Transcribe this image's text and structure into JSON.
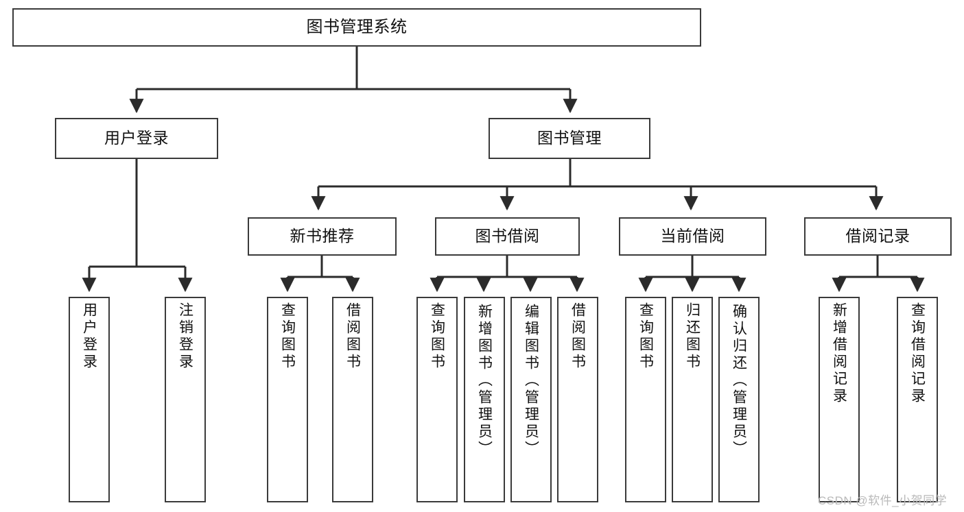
{
  "diagram": {
    "title": "图书管理系统",
    "type": "tree-structure-chart",
    "colors": {
      "box_border": "#3a3a3a",
      "box_fill": "#ffffff",
      "edge": "#2b2b2b",
      "text": "#111111",
      "watermark": "#b9b9b9",
      "background": "#ffffff"
    },
    "root": {
      "label": "图书管理系统"
    },
    "level2": [
      {
        "id": "user-login",
        "label": "用户登录"
      },
      {
        "id": "book-manage",
        "label": "图书管理"
      }
    ],
    "level3": [
      {
        "id": "new-book-recommend",
        "label": "新书推荐"
      },
      {
        "id": "book-borrow",
        "label": "图书借阅"
      },
      {
        "id": "current-borrow",
        "label": "当前借阅"
      },
      {
        "id": "borrow-record",
        "label": "借阅记录"
      }
    ],
    "leaves": {
      "user_login": [
        {
          "id": "leaf-user-login",
          "label": "用户登录"
        },
        {
          "id": "leaf-logout-login",
          "label": "注销登录"
        }
      ],
      "new_book_recommend": [
        {
          "id": "leaf-query-book-1",
          "label": "查询图书"
        },
        {
          "id": "leaf-borrow-book-1",
          "label": "借阅图书"
        }
      ],
      "book_borrow": [
        {
          "id": "leaf-query-book-2",
          "label": "查询图书"
        },
        {
          "id": "leaf-add-book",
          "label": "新增图书（管理员）"
        },
        {
          "id": "leaf-edit-book",
          "label": "编辑图书（管理员）"
        },
        {
          "id": "leaf-borrow-book-2",
          "label": "借阅图书"
        }
      ],
      "current_borrow": [
        {
          "id": "leaf-query-book-3",
          "label": "查询图书"
        },
        {
          "id": "leaf-return-book",
          "label": "归还图书"
        },
        {
          "id": "leaf-confirm-return",
          "label": "确认归还（管理员）"
        }
      ],
      "borrow_record": [
        {
          "id": "leaf-add-record",
          "label": "新增借阅记录"
        },
        {
          "id": "leaf-query-record",
          "label": "查询借阅记录"
        }
      ]
    },
    "watermark": "CSDN @软件_小贺同学"
  }
}
